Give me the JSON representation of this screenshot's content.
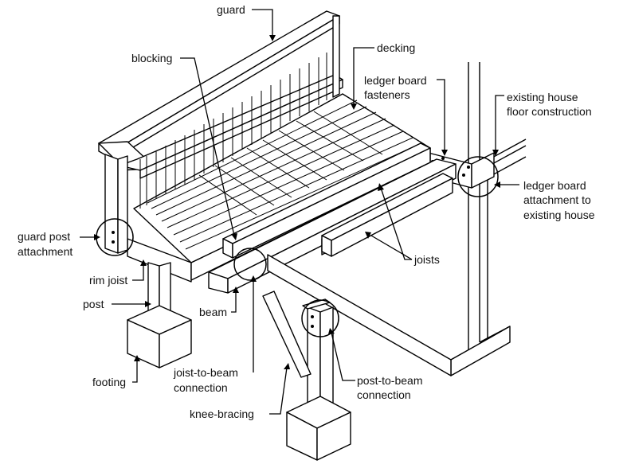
{
  "labels": {
    "guard": "guard",
    "blocking": "blocking",
    "decking": "decking",
    "ledger_fasteners_1": "ledger board",
    "ledger_fasteners_2": "fasteners",
    "existing_house_1": "existing house",
    "existing_house_2": "floor construction",
    "ledger_attach_1": "ledger board",
    "ledger_attach_2": "attachment to",
    "ledger_attach_3": "existing house",
    "guard_post_1": "guard post",
    "guard_post_2": "attachment",
    "rim_joist": "rim joist",
    "joists": "joists",
    "post": "post",
    "beam": "beam",
    "footing": "footing",
    "joist_beam_1": "joist-to-beam",
    "joist_beam_2": "connection",
    "post_beam_1": "post-to-beam",
    "post_beam_2": "connection",
    "knee_bracing": "knee-bracing"
  }
}
